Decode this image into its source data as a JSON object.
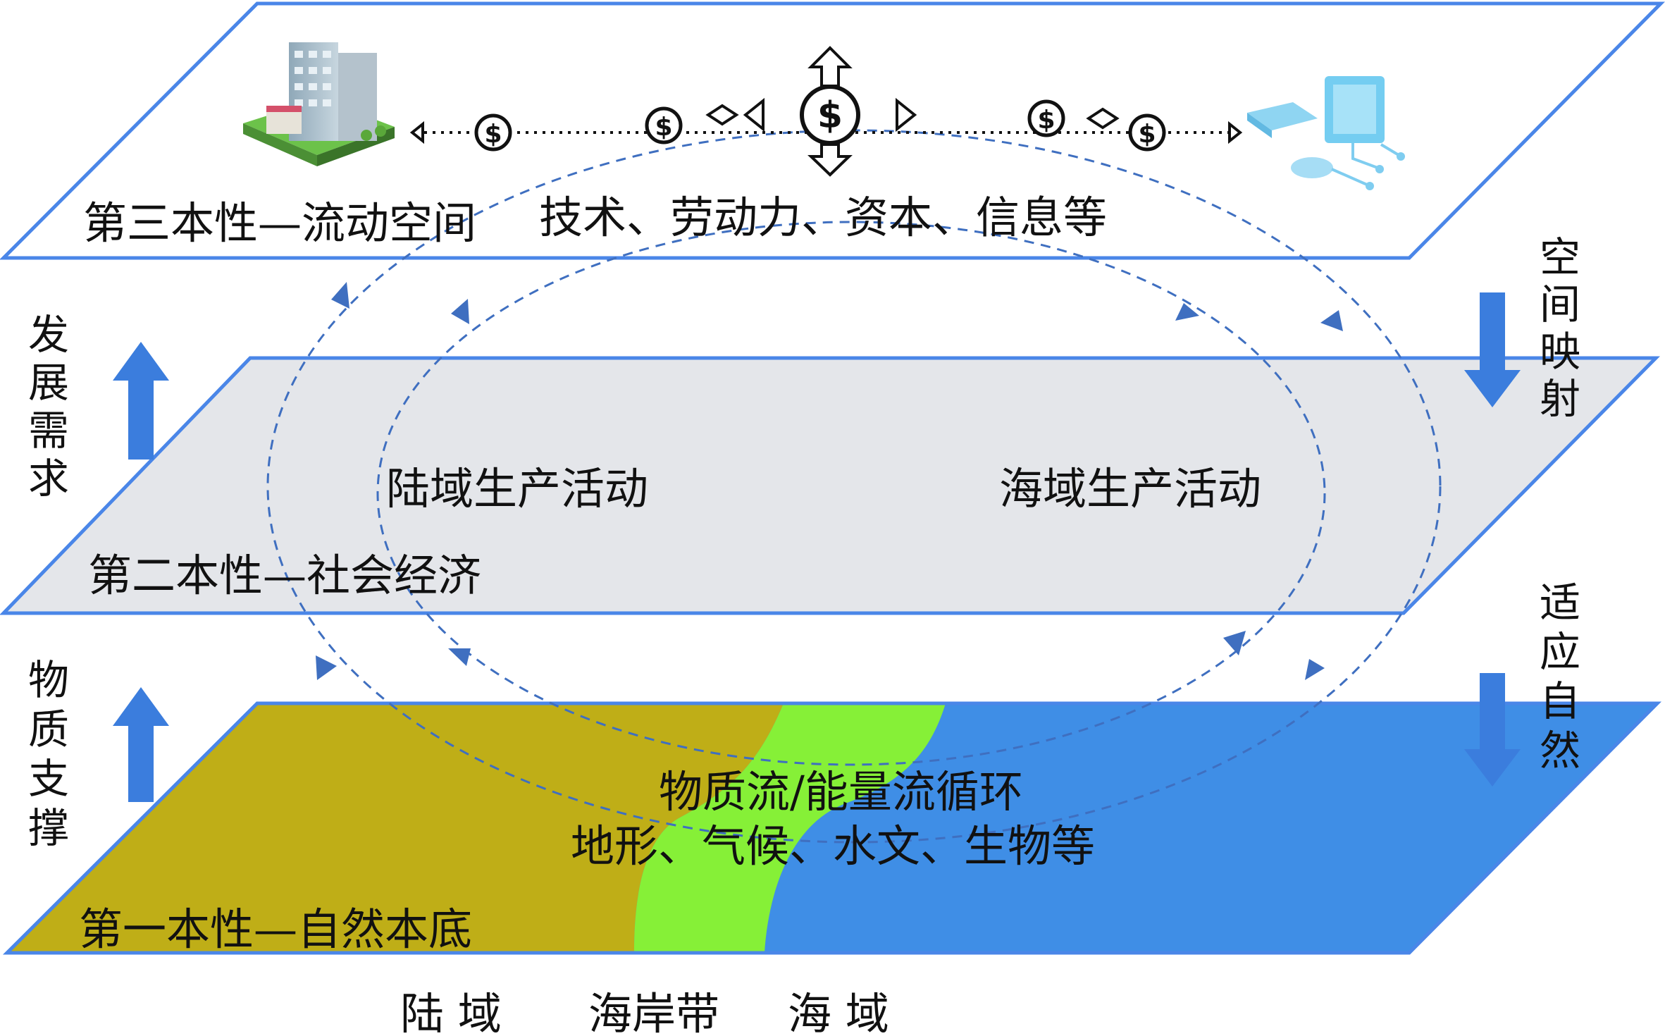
{
  "layers": {
    "top": {
      "title": "第三本性—流动空间",
      "content": "技术、劳动力、资本、信息等"
    },
    "middle": {
      "title": "第二本性—社会经济",
      "left_activity": "陆域生产活动",
      "right_activity": "海域生产活动"
    },
    "bottom": {
      "title": "第一本性—自然本底",
      "cycle": "物质流/能量流循环",
      "factors": "地形、气候、水文、生物等"
    }
  },
  "side_labels": {
    "left_upper": [
      "发",
      "展",
      "需",
      "求"
    ],
    "left_lower": [
      "物",
      "质",
      "支",
      "撑"
    ],
    "right_upper": [
      "空",
      "间",
      "映",
      "射"
    ],
    "right_lower": [
      "适",
      "应",
      "自",
      "然"
    ]
  },
  "zones": {
    "land": "陆 域",
    "coast": "海岸带",
    "sea": "海 域"
  },
  "icons": [
    "building-icon",
    "dollar-coin-icon",
    "computer-network-icon",
    "arrow-up-icon",
    "arrow-down-icon"
  ],
  "colors": {
    "plane_border": "#4a86e8",
    "middle_fill": "#e4e6ea",
    "land": "#bfae17",
    "coast": "#86f037",
    "sea": "#3f8ee6",
    "arrow": "#3b7ddd",
    "dash": "#3f6fc0"
  }
}
